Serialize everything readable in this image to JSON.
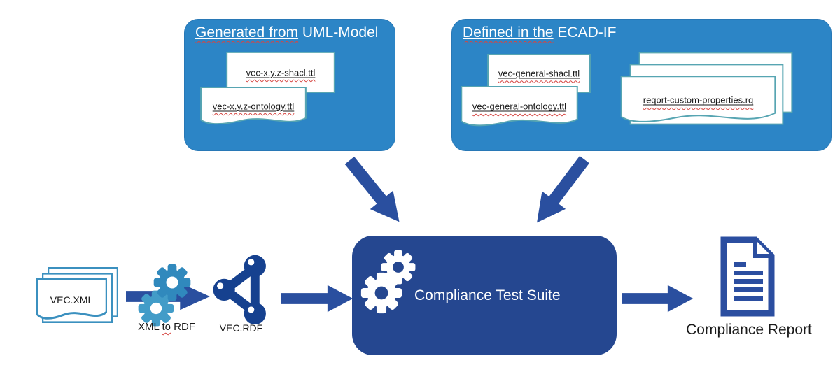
{
  "colors": {
    "box_blue": "#2C85C6",
    "suite_navy": "#254790",
    "arrow": "#2A4F9F",
    "rdf_icon": "#16418F",
    "report_icon": "#2B4EA0",
    "paper_border": "#57A5B2",
    "xml_doc_border": "#3B90BF",
    "gear_dark": "#3089BD",
    "gear_light": "#429CC8",
    "spellcheck_red": "#D64541"
  },
  "uml_box": {
    "title_marked": "Generated from",
    "title_rest": " UML-Model",
    "files": [
      "vec-x.y.z-shacl.ttl",
      "vec-x.y.z-ontology.ttl"
    ]
  },
  "ecad_box": {
    "title_marked": "Defined in the",
    "title_rest": " ECAD-IF",
    "files": [
      "vec-general-shacl.ttl",
      "vec-general-ontology.ttl",
      "reqort-custom-properties.rq"
    ]
  },
  "pipeline": {
    "input_label": "VEC.XML",
    "transform": {
      "pre": "XML ",
      "marked": "to",
      "post": " RDF"
    },
    "rdf_label": "VEC.RDF",
    "suite_label": "Compliance Test Suite",
    "report_label": "Compliance Report"
  },
  "icons": {
    "gears": "gear-icon",
    "rdf_graph": "rdf-graph-icon",
    "document_stack": "document-stack-icon",
    "report_document": "report-document-icon",
    "arrows": "arrow-icon"
  }
}
